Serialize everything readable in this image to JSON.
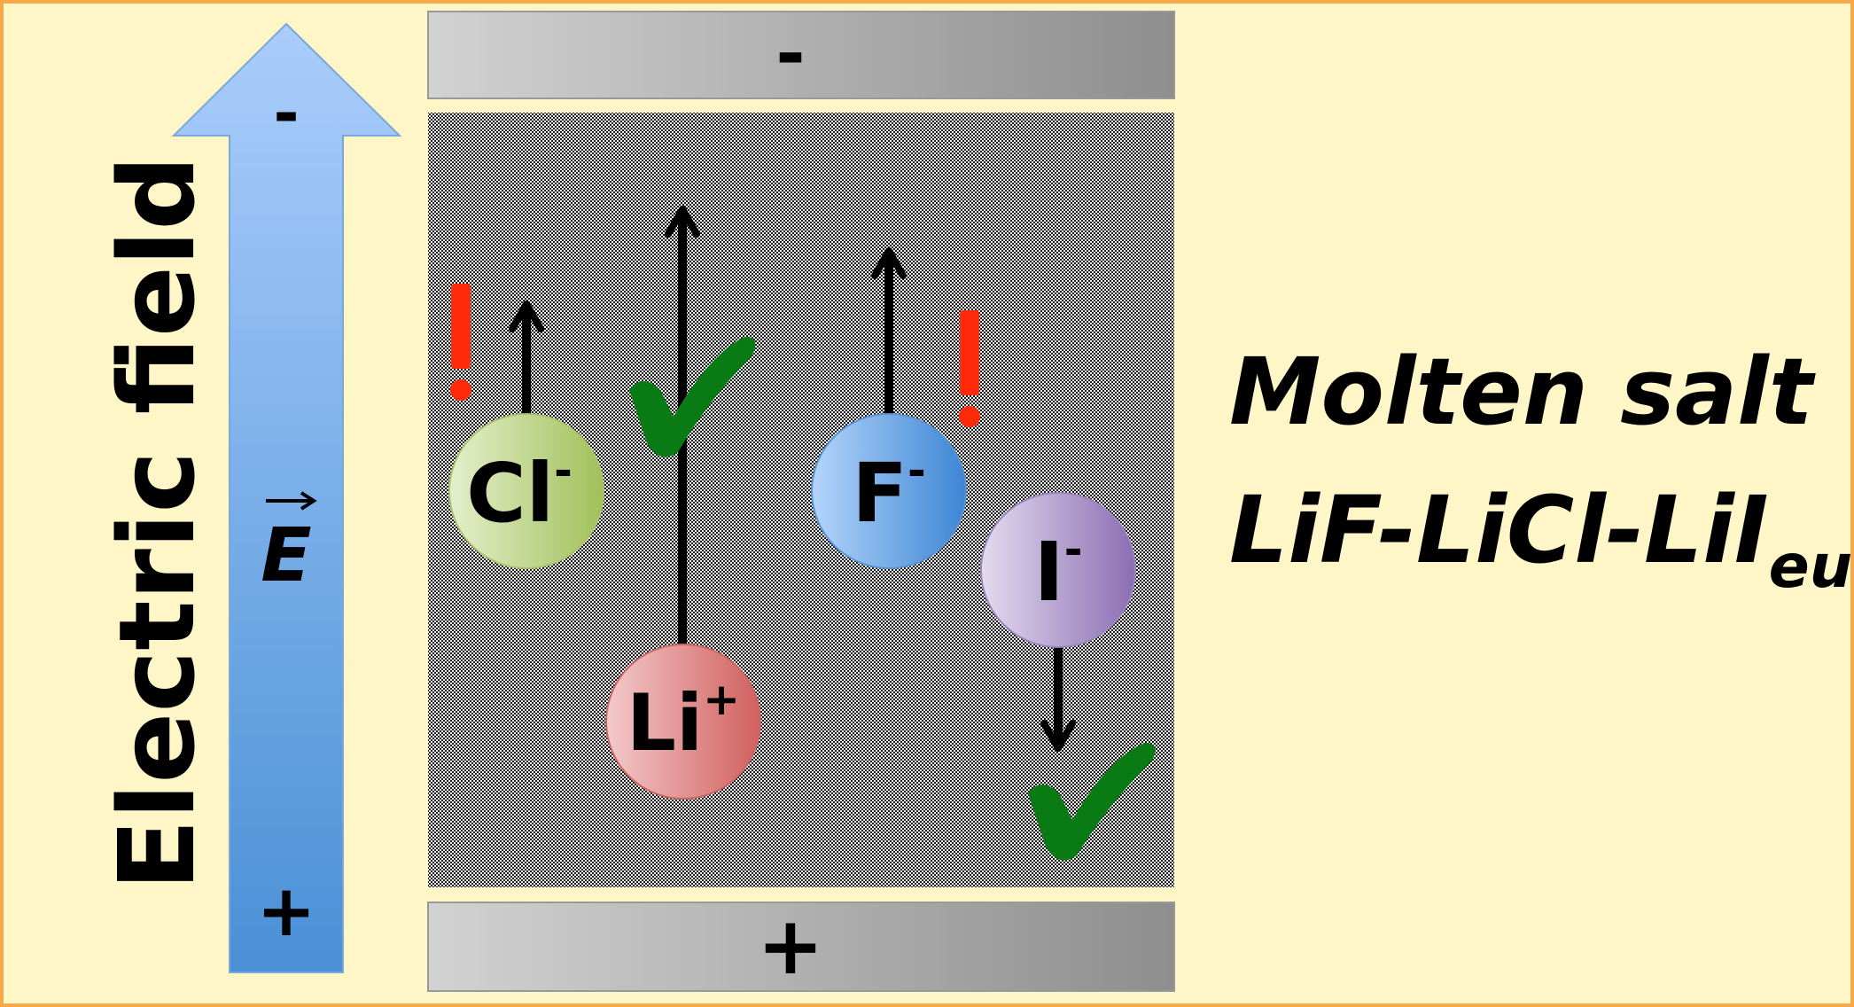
{
  "field": {
    "label": "Electric field",
    "vector_symbol": "E",
    "top_sign": "-",
    "bottom_sign": "+"
  },
  "plates": {
    "top_sign": "-",
    "bottom_sign": "+"
  },
  "ions": {
    "cl": {
      "symbol": "Cl",
      "charge": "-",
      "mark": "!"
    },
    "li": {
      "symbol": "Li",
      "charge": "+",
      "mark": "check"
    },
    "f": {
      "symbol": "F",
      "charge": "-",
      "mark": "!"
    },
    "i": {
      "symbol": "I",
      "charge": "-",
      "mark": "check"
    }
  },
  "title": {
    "line1": "Molten salt",
    "line2": "LiF-LiCl-LiI",
    "line2_sub": "eut"
  },
  "colors": {
    "background": "#fff6c8",
    "border": "#f5a94a",
    "arrow_top": "#aacdfb",
    "arrow_bottom": "#4a90d6",
    "warning": "#ff2a0a",
    "check": "#0a7a14"
  }
}
